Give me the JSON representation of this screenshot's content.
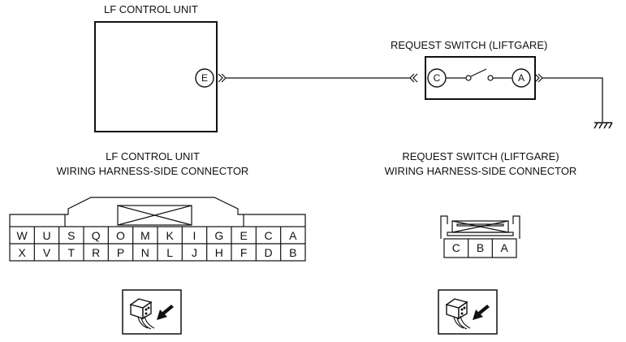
{
  "diagram": {
    "lf_unit_title": "LF CONTROL UNIT",
    "lf_terminal": "E",
    "request_switch_title": "REQUEST SWITCH (LIFTGARE)",
    "switch_terminal_left": "C",
    "switch_terminal_right": "A"
  },
  "connectors": {
    "lf": {
      "title_line1": "LF CONTROL UNIT",
      "title_line2": "WIRING HARNESS-SIDE CONNECTOR",
      "top_row": [
        "W",
        "U",
        "S",
        "Q",
        "O",
        "M",
        "K",
        "I",
        "G",
        "E",
        "C",
        "A"
      ],
      "bottom_row": [
        "X",
        "V",
        "T",
        "R",
        "P",
        "N",
        "L",
        "J",
        "H",
        "F",
        "D",
        "B"
      ]
    },
    "request_switch": {
      "title_line1": "REQUEST SWITCH (LIFTGARE)",
      "title_line2": "WIRING HARNESS-SIDE CONNECTOR",
      "pins": [
        "C",
        "B",
        "A"
      ]
    }
  },
  "icons": [
    "harness-connector-view-icon",
    "harness-connector-view-icon"
  ]
}
